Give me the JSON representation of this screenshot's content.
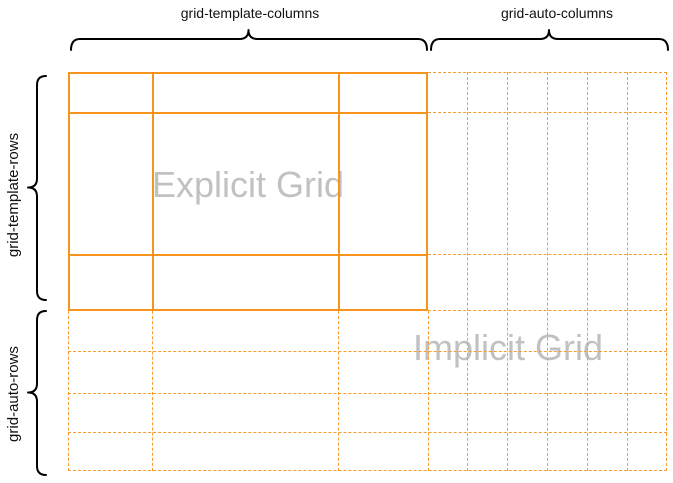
{
  "diagram": {
    "top_labels": {
      "template_columns": "grid-template-columns",
      "auto_columns": "grid-auto-columns"
    },
    "side_labels": {
      "template_rows": "grid-template-rows",
      "auto_rows": "grid-auto-rows"
    },
    "regions": {
      "explicit": "Explicit Grid",
      "implicit": "Implicit Grid"
    },
    "structure": {
      "explicit_columns": 3,
      "explicit_rows": 3,
      "implicit_extra_columns": 6,
      "implicit_extra_rows": 4
    },
    "colors": {
      "explicit_line": "#F7941D",
      "implicit_line": "#F99B2E",
      "region_text": "#C1C1C1",
      "label_text": "#111111",
      "brace": "#000000",
      "background": "#FFFFFF"
    }
  }
}
